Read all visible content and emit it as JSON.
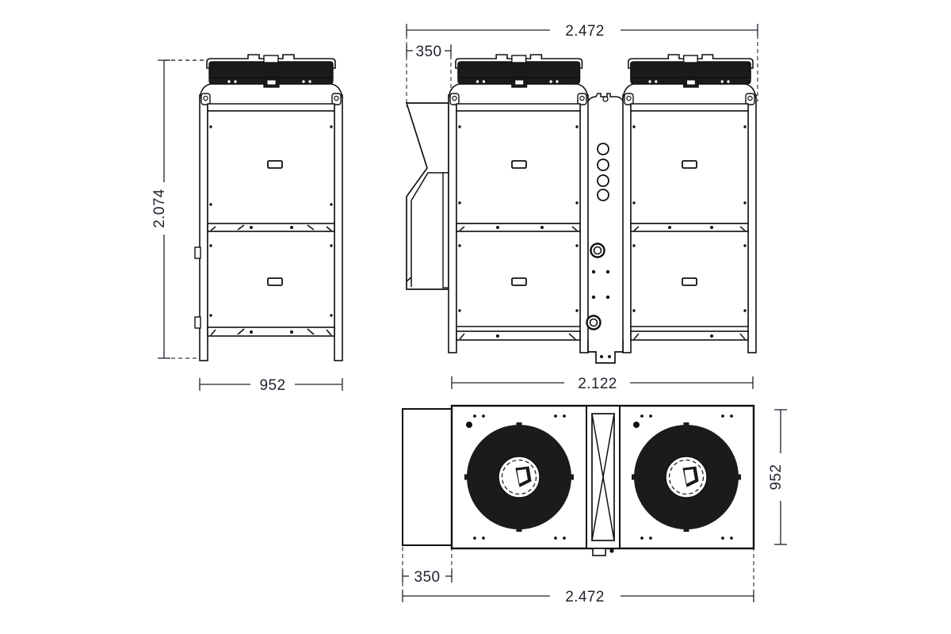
{
  "drawing": {
    "title": "Air-cooled condensing unit — dimensional drawing",
    "units": "mm",
    "background_color": "#ffffff",
    "line_color": "#111111",
    "fill_dark": "#1b1b1b",
    "fill_light": "#ffffff",
    "dimension_text_color": "#21242e"
  },
  "views": {
    "side": {
      "name": "side-elevation",
      "dimensions": {
        "height": {
          "label": "2.074",
          "orientation": "vertical",
          "position": "left"
        },
        "width": {
          "label": "952",
          "orientation": "horizontal",
          "position": "bottom"
        }
      }
    },
    "front": {
      "name": "front-elevation",
      "dimensions": {
        "overall_width": {
          "label": "2.472",
          "orientation": "horizontal",
          "position": "top"
        },
        "offset_left": {
          "label": "350",
          "orientation": "horizontal",
          "position": "top"
        },
        "body_width": {
          "label": "2.122",
          "orientation": "horizontal",
          "position": "bottom"
        }
      }
    },
    "plan": {
      "name": "plan-top-view",
      "dimensions": {
        "depth": {
          "label": "952",
          "orientation": "vertical",
          "position": "right"
        },
        "offset_left": {
          "label": "350",
          "orientation": "horizontal",
          "position": "bottom"
        },
        "overall_width": {
          "label": "2.472",
          "orientation": "horizontal",
          "position": "bottom"
        }
      },
      "fans": [
        {
          "name": "fan-left"
        },
        {
          "name": "fan-right"
        }
      ],
      "center_grille": {
        "name": "center-grille"
      }
    }
  }
}
